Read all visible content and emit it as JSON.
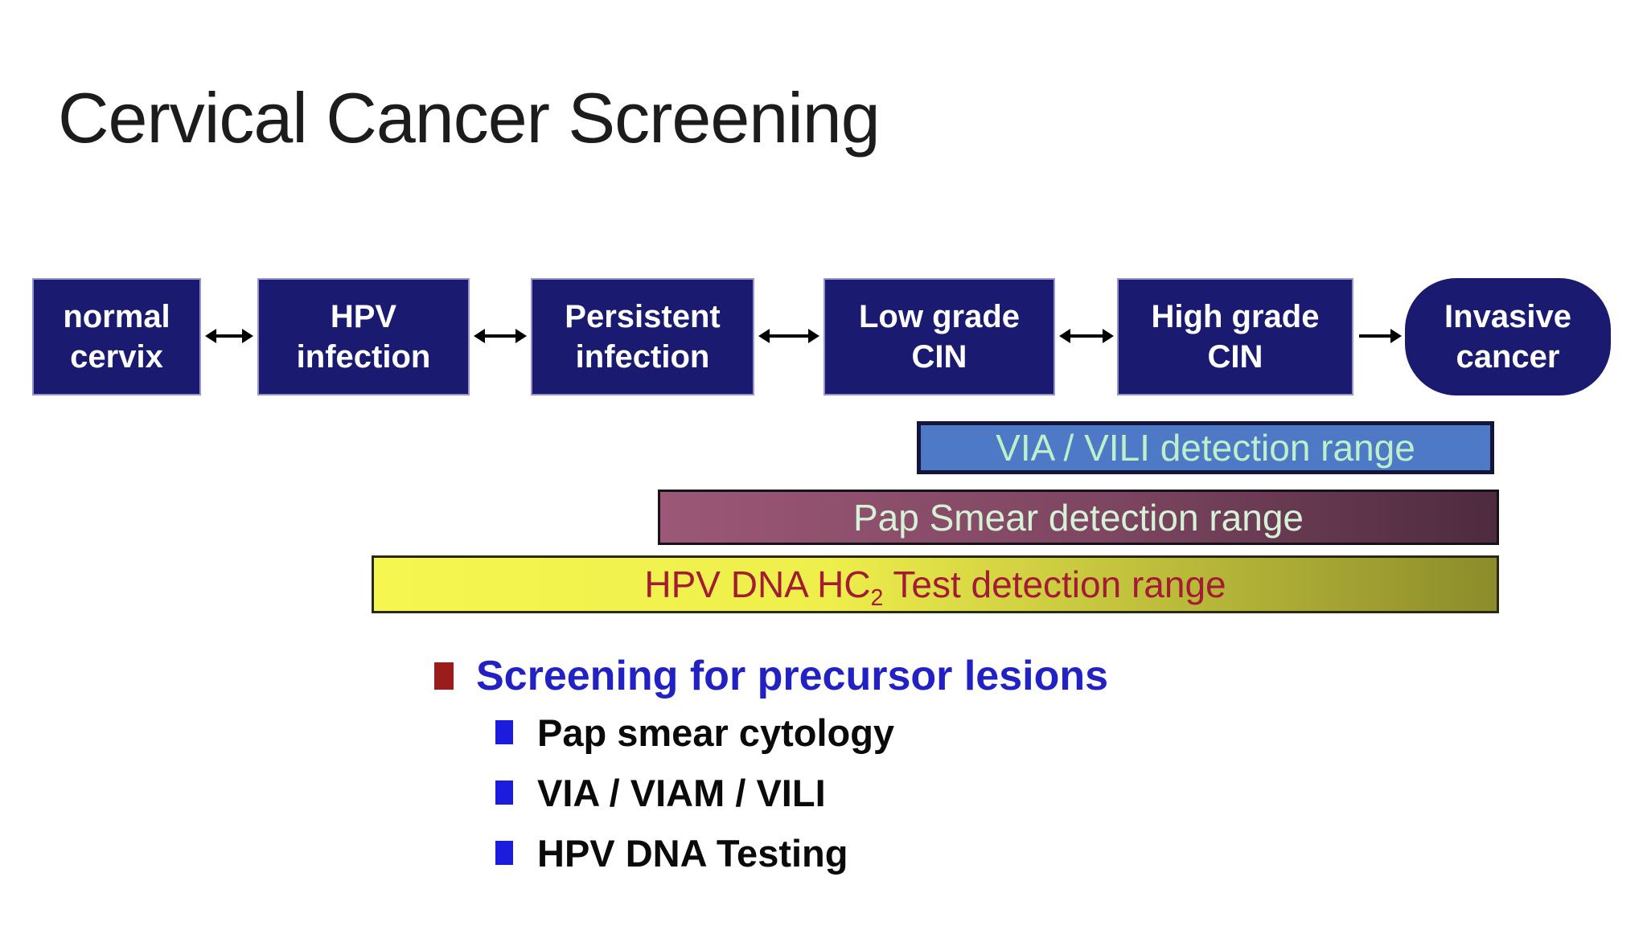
{
  "slide": {
    "title": "Cervical Cancer Screening",
    "background_color": "#ffffff"
  },
  "flow": {
    "box_fill_color": "#1a1a70",
    "box_text_color": "#ffffff",
    "arrow_color": "#000000",
    "stages": [
      {
        "label": "normal\ncervix",
        "shape": "rectangle"
      },
      {
        "label": "HPV\ninfection",
        "shape": "rectangle"
      },
      {
        "label": "Persistent\ninfection",
        "shape": "rectangle"
      },
      {
        "label": "Low grade\nCIN",
        "shape": "rectangle"
      },
      {
        "label": "High grade\nCIN",
        "shape": "rectangle"
      },
      {
        "label": "Invasive\ncancer",
        "shape": "rounded"
      }
    ],
    "connectors": [
      {
        "type": "double-arrow",
        "between": "normal cervix / HPV infection"
      },
      {
        "type": "double-arrow",
        "between": "HPV infection / Persistent infection"
      },
      {
        "type": "double-arrow",
        "between": "Persistent infection / Low grade CIN"
      },
      {
        "type": "double-arrow",
        "between": "Low grade CIN / High grade CIN"
      },
      {
        "type": "right-arrow",
        "between": "High grade CIN / Invasive cancer"
      }
    ]
  },
  "detection_bars": [
    {
      "label": "VIA / VILI detection range",
      "fill_color": "#4d79c7",
      "border_color": "#14143c",
      "text_color": "#bdf0c9"
    },
    {
      "label": "Pap Smear detection range",
      "fill_gradient_left": "#9c5876",
      "fill_gradient_right": "#4e2b3e",
      "border_color": "#141414",
      "text_color": "#d6f2d6"
    },
    {
      "label_prefix": "HPV DNA HC",
      "label_sub": "2",
      "label_suffix": " Test detection range",
      "fill_gradient_left": "#f6f650",
      "fill_gradient_right": "#8c8c2b",
      "border_color": "#2a2a14",
      "text_color": "#a31c33"
    }
  ],
  "bullets": {
    "level1": {
      "label": "Screening for precursor lesions",
      "text_color": "#2222c4",
      "marker_color": "#9b1c1c"
    },
    "level2": {
      "text_color": "#0a0a0a",
      "marker_color": "#1c1cdc",
      "items": [
        {
          "label": "Pap smear cytology"
        },
        {
          "label": "VIA / VIAM / VILI"
        },
        {
          "label": "HPV DNA Testing"
        }
      ]
    }
  }
}
